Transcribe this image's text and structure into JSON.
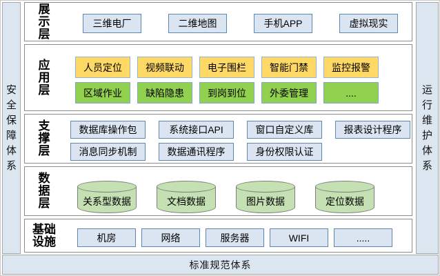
{
  "diagram": {
    "left_strip": {
      "label": "安全保障体系"
    },
    "right_strip": {
      "label": "运行维护体系"
    },
    "bottom_strip": {
      "label": "标准规范体系"
    },
    "layers": [
      {
        "id": "display",
        "label": "展示层",
        "rows": [
          {
            "style": "blue",
            "items": [
              "三维电厂",
              "二维地图",
              "手机APP",
              "虚拟现实"
            ]
          }
        ]
      },
      {
        "id": "application",
        "label": "应用层",
        "rows": [
          {
            "style": "yellow",
            "items": [
              "人员定位",
              "视频联动",
              "电子围栏",
              "智能门禁",
              "监控报警"
            ]
          },
          {
            "style": "green",
            "items": [
              "区域作业",
              "缺陷隐患",
              "到岗到位",
              "外委管理",
              "...."
            ]
          }
        ]
      },
      {
        "id": "support",
        "label": "支撑层",
        "rows": [
          {
            "style": "blue",
            "items": [
              "数据库操作包",
              "系统接口API",
              "窗口自定义库",
              "报表设计程序"
            ]
          },
          {
            "style": "blue",
            "items": [
              "消息同步机制",
              "数据通讯程序",
              "身份权限认证"
            ]
          }
        ]
      },
      {
        "id": "data",
        "label": "数据层",
        "rows": [
          {
            "style": "cylinder",
            "items": [
              "关系型数据",
              "文档数据",
              "图片数据",
              "定位数据"
            ]
          }
        ]
      },
      {
        "id": "infrastructure",
        "label": "基础设施",
        "rows": [
          {
            "style": "blue",
            "items": [
              "机房",
              "网络",
              "服务器",
              "WIFI",
              "....."
            ]
          }
        ]
      }
    ],
    "colors": {
      "strip_fill": "#dce6f1",
      "blue_box_fill": "#dbe5f1",
      "blue_box_border": "#5a87b4",
      "yellow_fill": "#ffd966",
      "green_fill": "#92d050",
      "light_item_border": "#8eb4e3",
      "cylinder_fill": "#c5e0b3",
      "cylinder_border": "#7f7f7f",
      "layer_border": "#8c8c8c"
    }
  }
}
